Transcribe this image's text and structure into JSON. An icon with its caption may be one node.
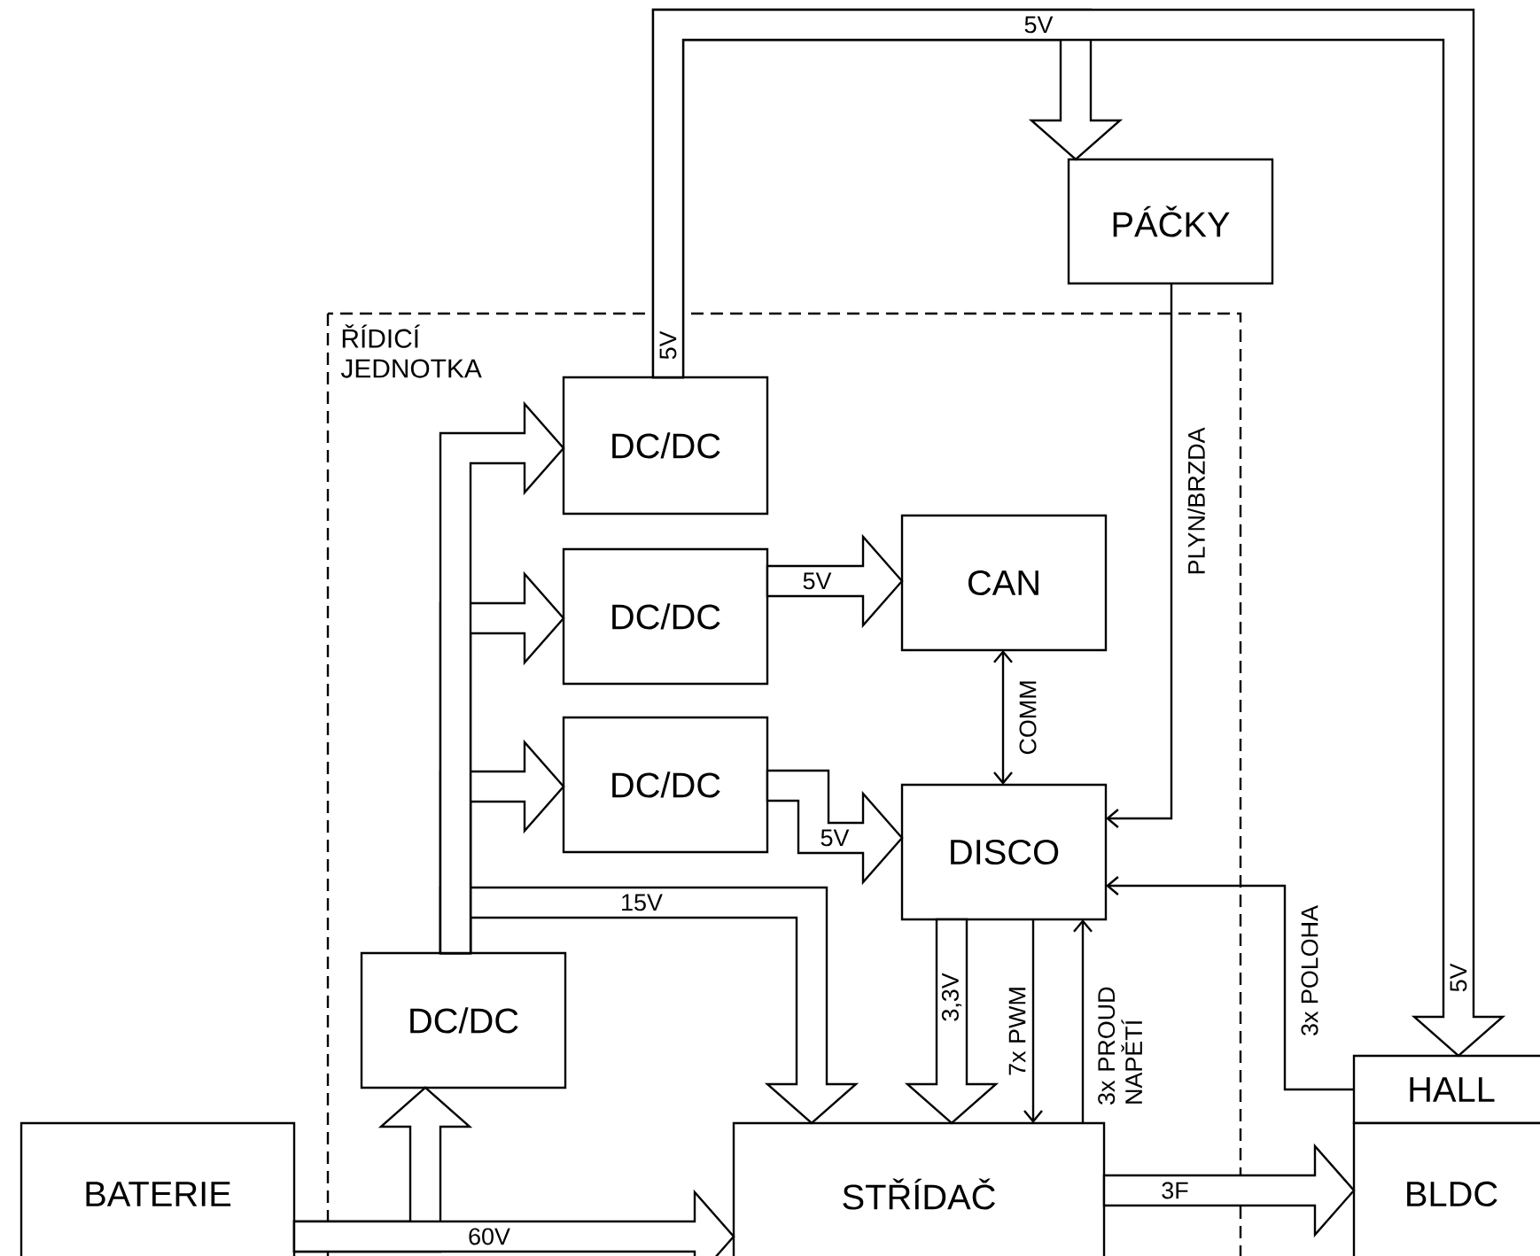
{
  "diagram": {
    "nodes": [
      {
        "text": [
          "ŘÍDICÍ JEDNOTKA"
        ]
      },
      {
        "text": [
          "DC/DC"
        ],
        "in": 0
      },
      {
        "text": [
          "DC/DC"
        ],
        "in": 0
      },
      {
        "text": [
          "DC/DC"
        ],
        "in": 0
      },
      {
        "text": [
          "CAN"
        ],
        "in": 0
      },
      {
        "text": [
          "DISCO"
        ],
        "in": 0
      },
      {
        "text": [
          "DC/DC"
        ],
        "in": 0
      },
      {
        "text": [
          "PÁČKY"
        ]
      },
      {
        "text": [
          "BATERIE"
        ]
      },
      {
        "text": [
          "STŘÍDAČ"
        ],
        "in": 0
      },
      {
        "text": [
          "HALL"
        ]
      },
      {
        "text": [
          "BLDC"
        ]
      }
    ],
    "edges": [
      {
        "from": 8,
        "to": 9,
        "arrow": "to",
        "label": "60V",
        "style": "thick"
      },
      {
        "from": 8,
        "to": 6,
        "arrow": "to",
        "style": "thick"
      },
      {
        "from": 6,
        "to": 1,
        "arrow": "to",
        "style": "thick"
      },
      {
        "from": 6,
        "to": 2,
        "arrow": "to",
        "style": "thick"
      },
      {
        "from": 6,
        "to": 3,
        "arrow": "to",
        "style": "thick"
      },
      {
        "from": 6,
        "to": 9,
        "arrow": "to",
        "label": "15V",
        "style": "thick"
      },
      {
        "from": 1,
        "to": 7,
        "arrow": "to",
        "style": "thick"
      },
      {
        "from": 1,
        "to": 10,
        "arrow": "to",
        "style": "thick"
      },
      {
        "from": 2,
        "to": 4,
        "arrow": "to",
        "label": "5V",
        "style": "thick"
      },
      {
        "from": 3,
        "to": 5,
        "arrow": "to",
        "label": "5V",
        "style": "thick"
      },
      {
        "from": 4,
        "to": 5,
        "arrow": "both",
        "label": "COMM"
      },
      {
        "from": 7,
        "to": 5,
        "arrow": "to",
        "label": "PLYN/BRZDA"
      },
      {
        "from": 5,
        "to": 9,
        "arrow": "to",
        "label": "3,3V",
        "style": "thick"
      },
      {
        "from": 5,
        "to": 9,
        "arrow": "to",
        "label": "7x PWM"
      },
      {
        "from": 9,
        "to": 5,
        "arrow": "to",
        "label": "3x PROUD NAPĚTÍ"
      },
      {
        "from": 10,
        "to": 5,
        "arrow": "to",
        "label": "3x POLOHA"
      },
      {
        "from": 9,
        "to": 11,
        "arrow": "to",
        "label": "3F",
        "style": "thick"
      }
    ],
    "labels": [
      "5V",
      "5V",
      "5V"
    ]
  }
}
